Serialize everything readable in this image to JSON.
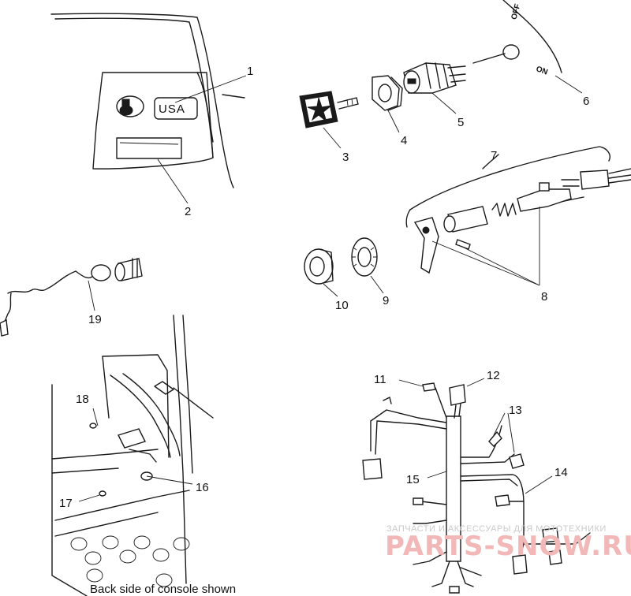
{
  "callouts": [
    "1",
    "2",
    "3",
    "4",
    "5",
    "6",
    "7",
    "8",
    "9",
    "10",
    "11",
    "12",
    "13",
    "14",
    "15",
    "16",
    "17",
    "18",
    "19"
  ],
  "console_badge": "USA",
  "switch_labels": {
    "off": "OFF",
    "on": "ON"
  },
  "caption": "Back side of console shown",
  "watermark": {
    "line1": "ЗАПЧАСТИ И АКСЕССУАРЫ ДЛЯ МОТОТЕХНИКИ",
    "line2": "PARTS-SNOW.RU"
  }
}
